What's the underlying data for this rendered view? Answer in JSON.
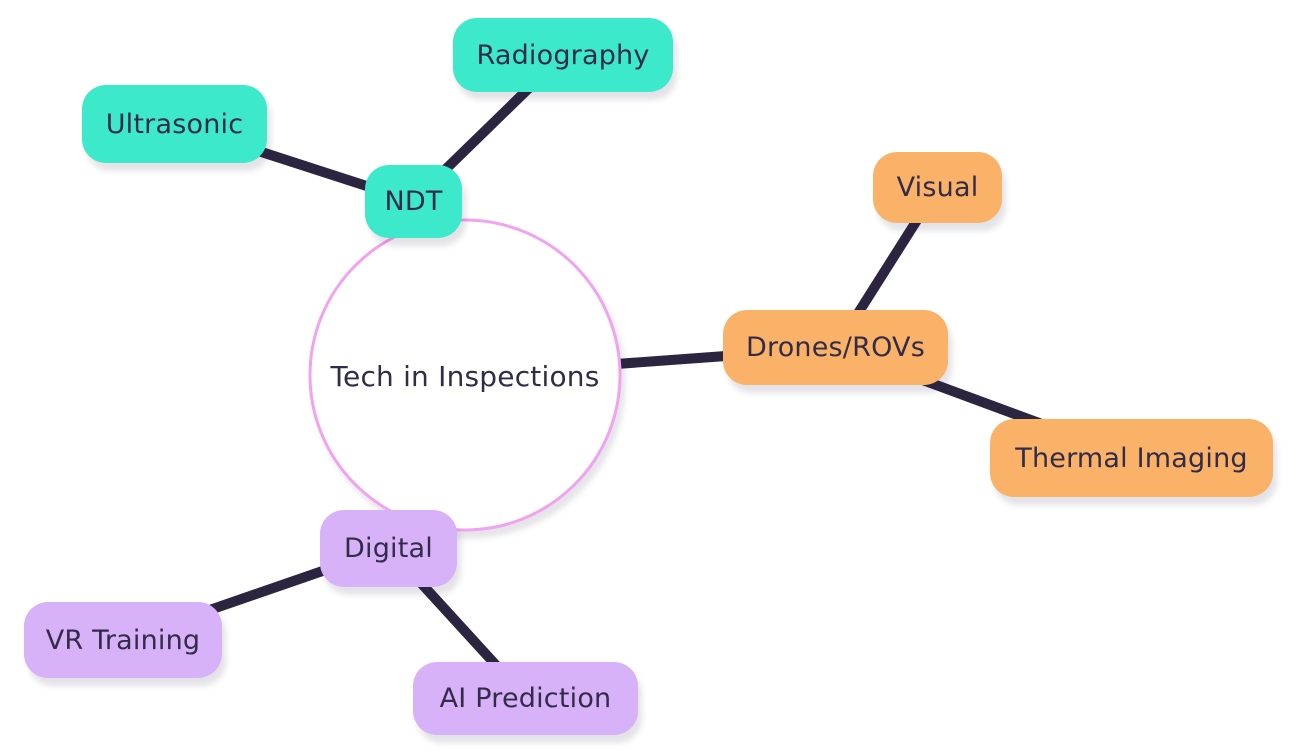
{
  "diagram": {
    "type": "mindmap",
    "central": {
      "label": "Tech in Inspections"
    },
    "branches": [
      {
        "label": "NDT",
        "color": "#3DE9CB",
        "children": [
          {
            "label": "Ultrasonic"
          },
          {
            "label": "Radiography"
          }
        ]
      },
      {
        "label": "Drones/ROVs",
        "color": "#F9B267",
        "children": [
          {
            "label": "Visual"
          },
          {
            "label": "Thermal Imaging"
          }
        ]
      },
      {
        "label": "Digital",
        "color": "#D8B2F8",
        "children": [
          {
            "label": "VR Training"
          },
          {
            "label": "AI Prediction"
          }
        ]
      }
    ],
    "colors": {
      "connector_line": "#2B2540",
      "text": "#322C49",
      "central_circle_stroke": "#F2A3F0",
      "background": "#FFFFFF"
    }
  }
}
